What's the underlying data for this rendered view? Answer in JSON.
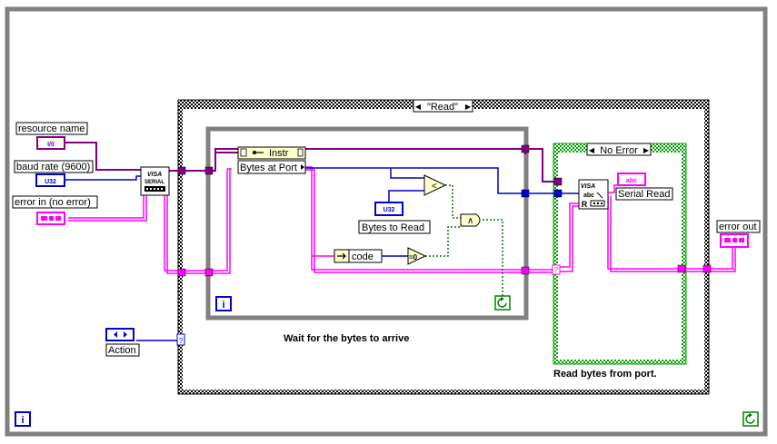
{
  "diagram": {
    "colors": {
      "while_loop": "#808080",
      "error_wire": "#ff00ff",
      "error_wire_dark": "#b000b0",
      "resource_wire": "#800080",
      "numeric_wire": "#0000cc",
      "boolean_wire": "#008000",
      "structure_frame": "#000000",
      "true_case_frame": "#00a000",
      "background": "#ffffff"
    },
    "outer_loop": {
      "iteration_terminal": "i",
      "condition_icon": "loop-condition-icon"
    },
    "controls": {
      "resource_name": {
        "label": "resource name",
        "terminal": "I/0"
      },
      "baud_rate": {
        "label": "baud rate (9600)",
        "terminal": "U32"
      },
      "error_in": {
        "label": "error in (no error)",
        "terminal": "error-cluster-icon"
      },
      "action": {
        "label": "Action",
        "terminal": "enum-icon"
      }
    },
    "serial_config": {
      "title": "VISA",
      "subtitle": "SERIAL"
    },
    "case_structure": {
      "selector": "\"Read\"",
      "arrow_left": "◀",
      "arrow_right": "▶"
    },
    "inner_loop": {
      "iteration_terminal": "i",
      "comment": "Wait for the bytes to arrive",
      "property_node": {
        "class": "Instr",
        "property": "Bytes at Port"
      },
      "bytes_to_read": {
        "label": "Bytes to Read",
        "terminal": "U32"
      },
      "unbundle_field": "code",
      "compare_less": "<",
      "compare_eq_zero": "=0",
      "and_gate": "∧"
    },
    "error_case": {
      "selector": "No Error",
      "arrow_left": "◀",
      "arrow_right": "▶",
      "visa_read": {
        "title": "VISA",
        "sub": "abc",
        "r": "R"
      },
      "serial_read": {
        "label": "Serial Read",
        "terminal": "abc"
      },
      "comment": "Read bytes from port."
    },
    "indicators": {
      "error_out": {
        "label": "error out",
        "terminal": "error-cluster-icon"
      }
    },
    "tunnel_marks": {
      "case_selector": "?"
    }
  }
}
